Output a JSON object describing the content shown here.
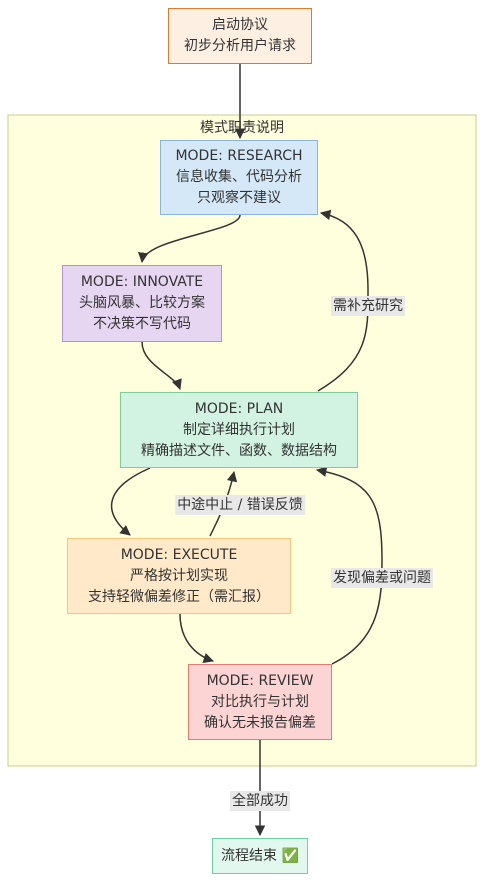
{
  "nodes": {
    "start": {
      "lines": [
        "启动协议",
        "初步分析用户请求"
      ],
      "fill": "#fdf0e3",
      "stroke": "#e07b2a"
    },
    "research": {
      "lines": [
        "MODE: RESEARCH",
        "信息收集、代码分析",
        "只观察不建议"
      ],
      "fill": "#d4e8f8",
      "stroke": "#8ab6dd"
    },
    "innovate": {
      "lines": [
        "MODE: INNOVATE",
        "头脑风暴、比较方案",
        "不决策不写代码"
      ],
      "fill": "#e6d6f1",
      "stroke": "#b591cf"
    },
    "plan": {
      "lines": [
        "MODE: PLAN",
        "制定详细执行计划",
        "精确描述文件、函数、数据结构"
      ],
      "fill": "#d3f3e2",
      "stroke": "#7ccf9c"
    },
    "execute": {
      "lines": [
        "MODE: EXECUTE",
        "严格按计划实现",
        "支持轻微偏差修正（需汇报）"
      ],
      "fill": "#ffe9c8",
      "stroke": "#f5c67c"
    },
    "review": {
      "lines": [
        "MODE: REVIEW",
        "对比执行与计划",
        "确认无未报告偏差"
      ],
      "fill": "#fcd4d4",
      "stroke": "#e47a7a"
    },
    "end": {
      "lines": [
        "流程结束 ✅"
      ],
      "fill": "#e2f7ee",
      "stroke": "#6cd4a8"
    }
  },
  "subgraph": {
    "title": "模式职责说明",
    "fill": "#ffffde",
    "stroke": "#cccc88"
  },
  "edge_labels": {
    "plan_to_research": "需补充研究",
    "execute_to_plan": "中途中止 / 错误反馈",
    "review_to_plan": "发现偏差或问题",
    "review_to_end": "全部成功"
  },
  "colors": {
    "edge": "#333333",
    "label_bg": "#e8e8e8"
  }
}
